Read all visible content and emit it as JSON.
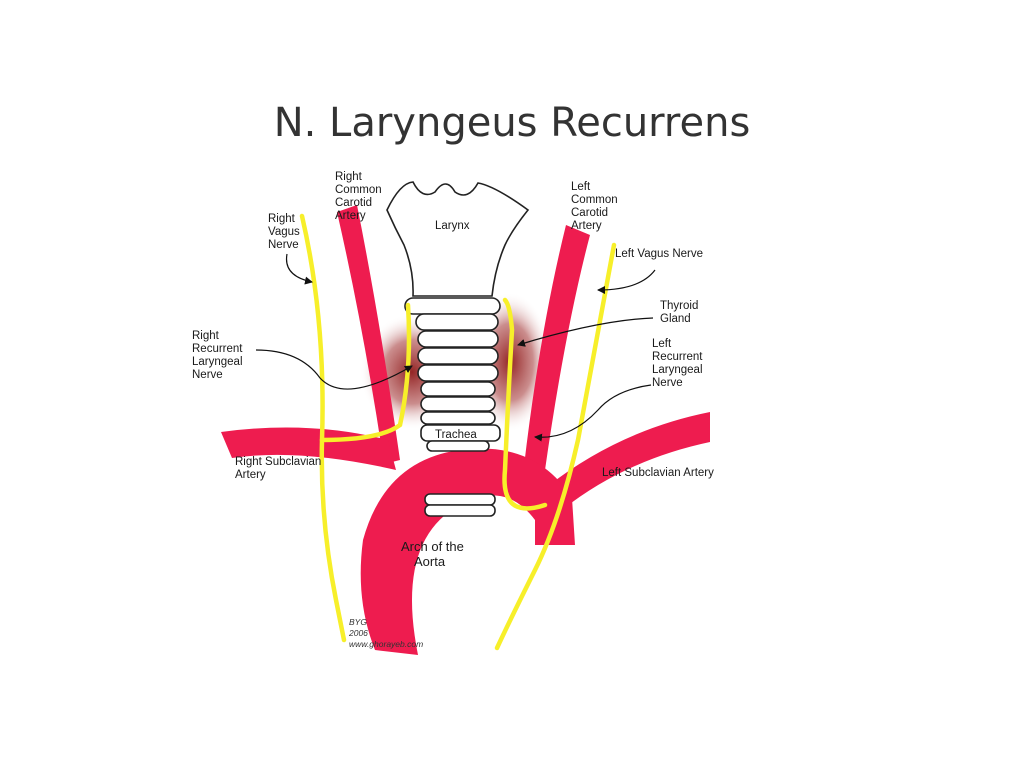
{
  "title": "N. Laryngeus Recurrens",
  "colors": {
    "artery": "#ee1c4f",
    "nerve": "#f7ef2a",
    "thyroid": "#8e1a1a",
    "outline": "#222222",
    "background": "#ffffff"
  },
  "labels": {
    "right_common_carotid": [
      "Right",
      "Common",
      "Carotid",
      "Artery"
    ],
    "right_vagus": [
      "Right",
      "Vagus",
      "Nerve"
    ],
    "larynx": "Larynx",
    "left_common_carotid": [
      "Left",
      "Common",
      "Carotid",
      "Artery"
    ],
    "left_vagus": "Left Vagus Nerve",
    "thyroid_gland": [
      "Thyroid",
      "Gland"
    ],
    "right_recurrent": [
      "Right",
      "Recurrent",
      "Laryngeal",
      "Nerve"
    ],
    "left_recurrent": [
      "Left",
      "Recurrent",
      "Laryngeal",
      "Nerve"
    ],
    "trachea": "Trachea",
    "right_subclavian": [
      "Right Subclavian",
      "Artery"
    ],
    "left_subclavian": "Left Subclavian Artery",
    "aortic_arch": [
      "Arch of the",
      "Aorta"
    ]
  },
  "credit": [
    "BYG",
    "2006",
    "www.ghorayeb.com"
  ]
}
